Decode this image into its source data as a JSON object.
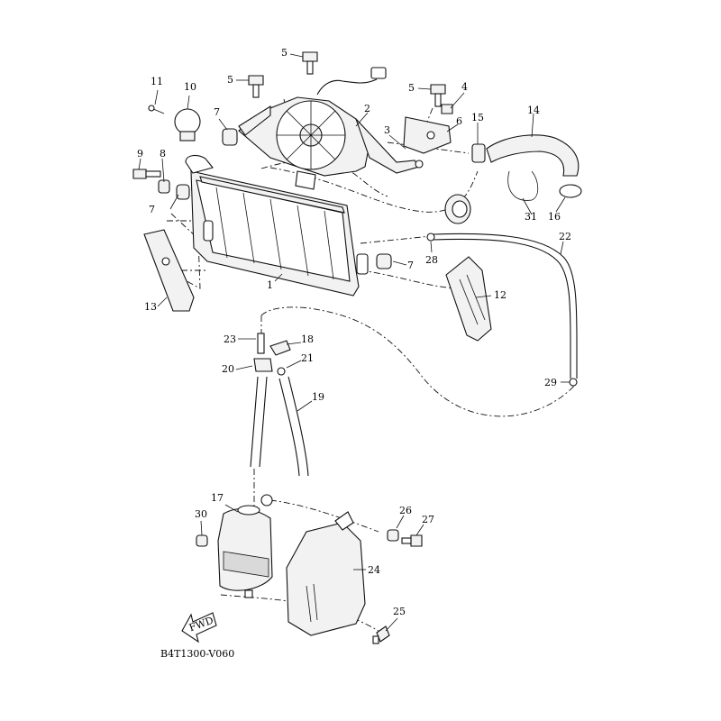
{
  "diagram": {
    "code": "B4T1300-V060",
    "fwd_label": "FWD",
    "callouts": {
      "p1": "1",
      "p2": "2",
      "p3": "3",
      "p4": "4",
      "p5a": "5",
      "p5b": "5",
      "p5c": "5",
      "p6": "6",
      "p7a": "7",
      "p7b": "7",
      "p7c": "7",
      "p8": "8",
      "p9": "9",
      "p10": "10",
      "p11": "11",
      "p12": "12",
      "p13": "13",
      "p14": "14",
      "p15": "15",
      "p16": "16",
      "p17": "17",
      "p18": "18",
      "p19": "19",
      "p20": "20",
      "p21": "21",
      "p22": "22",
      "p23": "23",
      "p24": "24",
      "p25": "25",
      "p26": "26",
      "p27": "27",
      "p28": "28",
      "p29": "29",
      "p30": "30",
      "p31": "31"
    }
  }
}
